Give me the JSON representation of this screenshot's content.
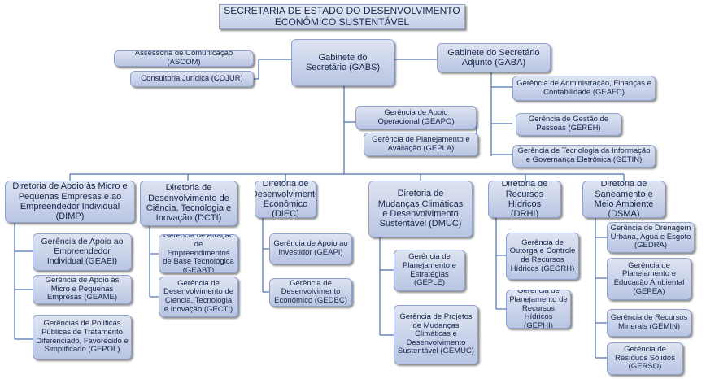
{
  "title": "SECRETARIA DE ESTADO DO DESENVOLVIMENTO ECONÔMICO SUSTENTÁVEL",
  "top_units": {
    "ascom": "Assessoria de Comunicação (ASCOM)",
    "cojur": "Consultoria Jurídica (COJUR)",
    "gabs": "Gabinete do Secretário (GABS)",
    "gaba": "Gabinete do Secretário Adjunto (GABA)"
  },
  "gaba_units": {
    "geafc": "Gerência de Administração, Finanças e Contabilidade (GEAFC)",
    "gereh": "Gerência de Gestão de Pessoas (GEREH)",
    "getin": "Gerência de Tecnologia da Informação e Governança Eletrônica (GETIN)"
  },
  "gabs_units": {
    "geapo": "Gerência de Apoio Operacional (GEAPO)",
    "gepla": "Gerência de Planejamento e Avaliação (GEPLA)"
  },
  "directorates": {
    "dimp": {
      "name": "Diretoria de Apoio às Micro e Pequenas Empresas e ao Empreendedor Individual (DIMP)",
      "units": [
        "Gerência de Apoio ao Empreendedor Individual (GEAEI)",
        "Gerência de Apoio às Micro e Pequenas Empresas (GEAME)",
        "Gerências de Políticas Públicas de Tratamento Diferenciado, Favorecido e Simplificado (GEPOL)"
      ]
    },
    "dcti": {
      "name": "Diretoria de Desenvolvimento de Ciência, Tecnologia e Inovação (DCTI)",
      "units": [
        "Gerência de Atração de Empreendimentos de Base Tecnológica (GEABT)",
        "Gerência de Desenvolvimento de Ciencia, Tecnologia e Inovação (GECTI)"
      ]
    },
    "diec": {
      "name": "Diretoria de Desenvolvimento Econômico (DIEC)",
      "units": [
        "Gerência de Apoio ao Investidor (GEAPI)",
        "Gerência de Desenvolvimento Econômico (GEDEC)"
      ]
    },
    "dmuc": {
      "name": "Diretoria de Mudanças Climáticas e Desenvolvimento Sustentável (DMUC)",
      "units": [
        "Gerência de Planejamento e Estratégias (GEPLE)",
        "Gerência de Projetos de Mudanças Climáticas e Desenvolvimento Sustentável (GEMUC)"
      ]
    },
    "drhi": {
      "name": "Diretoria de Recursos Hídricos (DRHI)",
      "units": [
        "Gerência de Outorga e Controle de Recursos Hídricos (GEORH)",
        "Gerência de Planejamento de Recursos Hídricos (GEPHI)"
      ]
    },
    "dsma": {
      "name": "Diretoria de Saneamento e Meio Ambiente (DSMA)",
      "units": [
        "Gerência de Drenagem Urbana, Água e Esgoto (GEDRA)",
        "Gerência de Planejamento e Educação Ambiental (GEPEA)",
        "Gerência de Recursos Minerais (GEMIN)",
        "Gerência de Resíduos Sólidos (GERSO)"
      ]
    }
  },
  "colors": {
    "connector": "#4a6fb2",
    "box_fill_top": "#dde3f1",
    "box_fill_bottom": "#b9c5e2",
    "box_border": "#8fa1cb",
    "text": "#17254a"
  }
}
